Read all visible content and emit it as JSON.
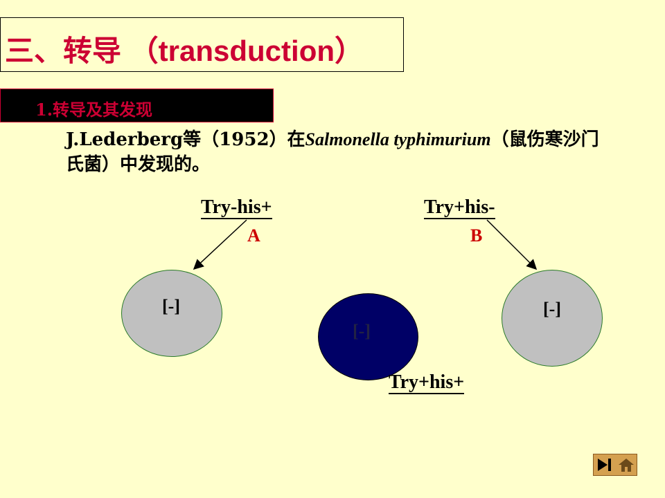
{
  "title": {
    "text": "三、转导 （transduction）"
  },
  "subtitle": {
    "text": "1.转导及其发现"
  },
  "paragraph": {
    "part1": "J.Lederberg等（1952）在",
    "species": "Salmonella typhimurium",
    "part2": "（鼠伤寒沙门氏菌）中发现的。"
  },
  "diagram": {
    "strain_a_genotype": "Try-his+",
    "strain_a_label": "A",
    "strain_b_genotype": "Try+his-",
    "strain_b_label": "B",
    "left_plate_label": "[-]",
    "center_plate_label": "[-]",
    "right_plate_label": "[-]",
    "center_genotype": "Try+his+"
  },
  "colors": {
    "background": "#ffffcc",
    "accent": "#cc0033",
    "plate_gray": "#c0c0c0",
    "plate_dark": "#000066"
  },
  "nav": {
    "next_icon": "next-slide-icon",
    "home_icon": "home-icon"
  }
}
